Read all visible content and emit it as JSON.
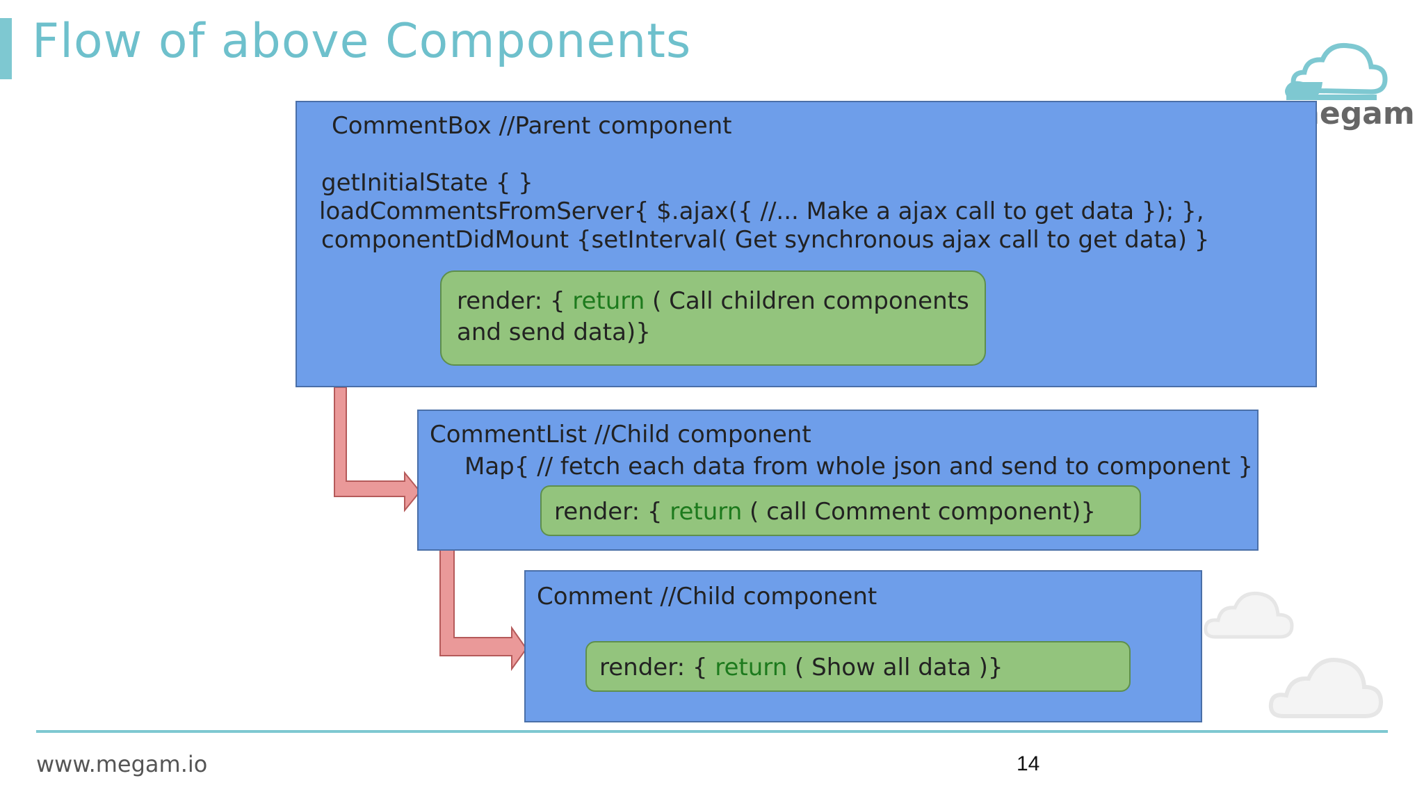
{
  "slide": {
    "title": "Flow of above Components",
    "logo_text": "megam",
    "footer_url": "www.megam.io",
    "page_number": "14"
  },
  "boxes": {
    "comment_box": {
      "header": "CommentBox  //Parent component",
      "lines": [
        "getInitialState { }",
        "loadCommentsFromServer{   $.ajax({  //... Make a ajax call to get data }); },",
        "componentDidMount {setInterval( Get synchronous ajax call to get data) }"
      ],
      "render_prefix": "render: { ",
      "render_keyword": "return",
      "render_suffix": " ( Call children components",
      "render_line2": "and send data)}"
    },
    "comment_list": {
      "header": "CommentList  //Child component",
      "map_line": "Map{  // fetch each data from whole json and send to component }",
      "render_prefix": "render: { ",
      "render_keyword": "return",
      "render_suffix": " ( call Comment component)}"
    },
    "comment": {
      "header": "Comment //Child component",
      "render_prefix": "render: { ",
      "render_keyword": "return",
      "render_suffix": " ( Show all data )}"
    }
  },
  "colors": {
    "accent": "#6ec0cc",
    "box_fill": "#6e9eea",
    "render_fill": "#93c47d",
    "arrow_fill": "#ea9999",
    "keyword": "#1d7a1d"
  }
}
